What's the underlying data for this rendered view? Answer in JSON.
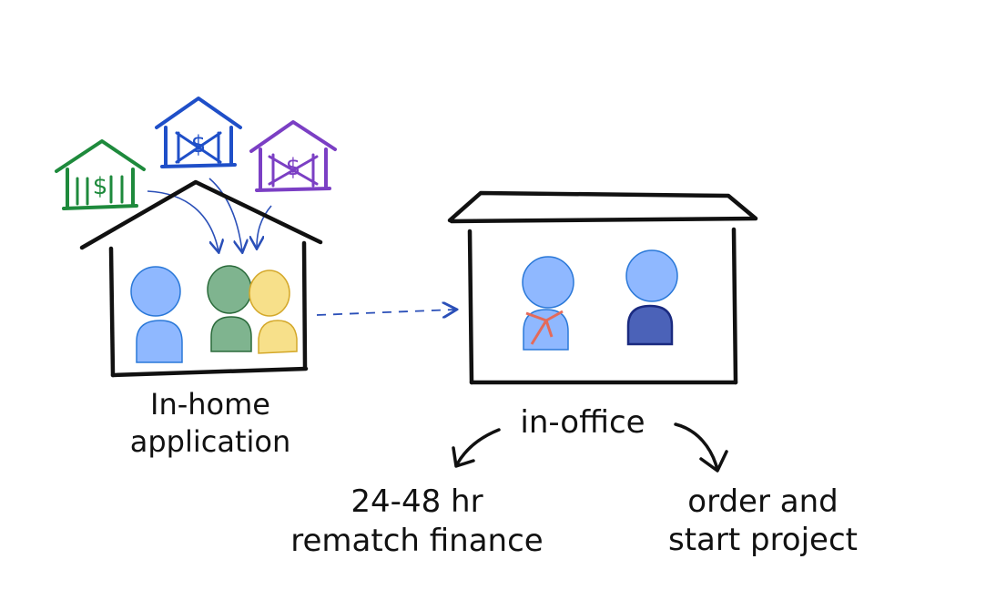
{
  "labels": {
    "home_line1": "In-home",
    "home_line2": "application",
    "office": "in-office",
    "left_line1": "24-48 hr",
    "left_line2": "rematch finance",
    "right_line1": "order and",
    "right_line2": "start project"
  },
  "banks": [
    {
      "name": "green-bank",
      "symbol": "$",
      "color": "#1e8a3c"
    },
    {
      "name": "blue-bank",
      "symbol": "$",
      "color": "#1f4fc8"
    },
    {
      "name": "purple-bank",
      "symbol": "$",
      "color": "#7b3fc4"
    }
  ],
  "colors": {
    "ink": "#111111",
    "arrow": "#2a4fb8",
    "person_blue": "#8fb8ff",
    "person_green": "#7fb48f",
    "person_yellow": "#f7e08a",
    "agent_tie": "#e46a5a",
    "agent_navy": "#4b62b8"
  }
}
